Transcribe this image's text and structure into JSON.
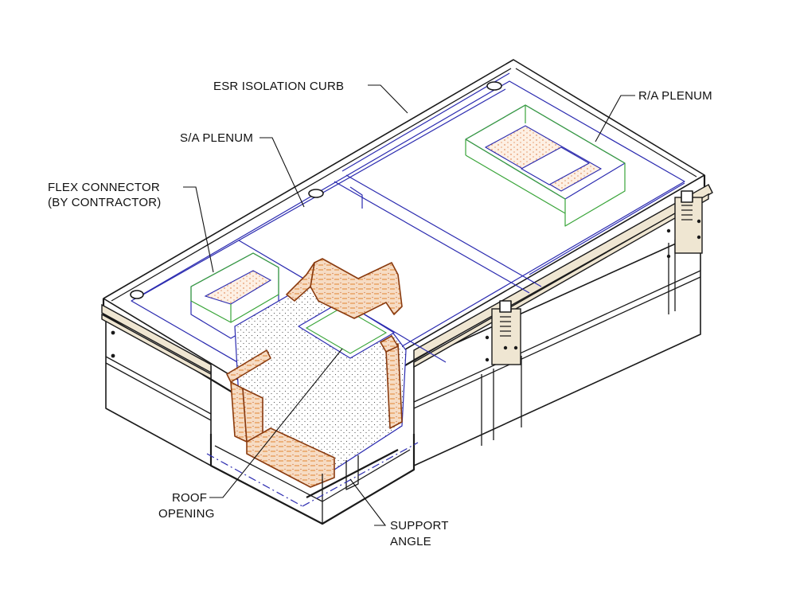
{
  "labels": {
    "esr_isolation_curb": "ESR ISOLATION CURB",
    "ra_plenum": "R/A PLENUM",
    "sa_plenum": "S/A PLENUM",
    "flex_connector_line1": "FLEX CONNECTOR",
    "flex_connector_line2": "(BY CONTRACTOR)",
    "roof_opening_line1": "ROOF",
    "roof_opening_line2": "OPENING",
    "support_angle_line1": "SUPPORT",
    "support_angle_line2": "ANGLE"
  },
  "colors": {
    "outline": "#1a1a1a",
    "plenum_lines": "#2b2bb0",
    "flex_connector": "#3aa53a",
    "insulation_edge": "#8a3b0f",
    "insulation_fill": "#f6dcc4",
    "insulation_dash": "#e07a1e",
    "rail": "#efe6d2"
  }
}
